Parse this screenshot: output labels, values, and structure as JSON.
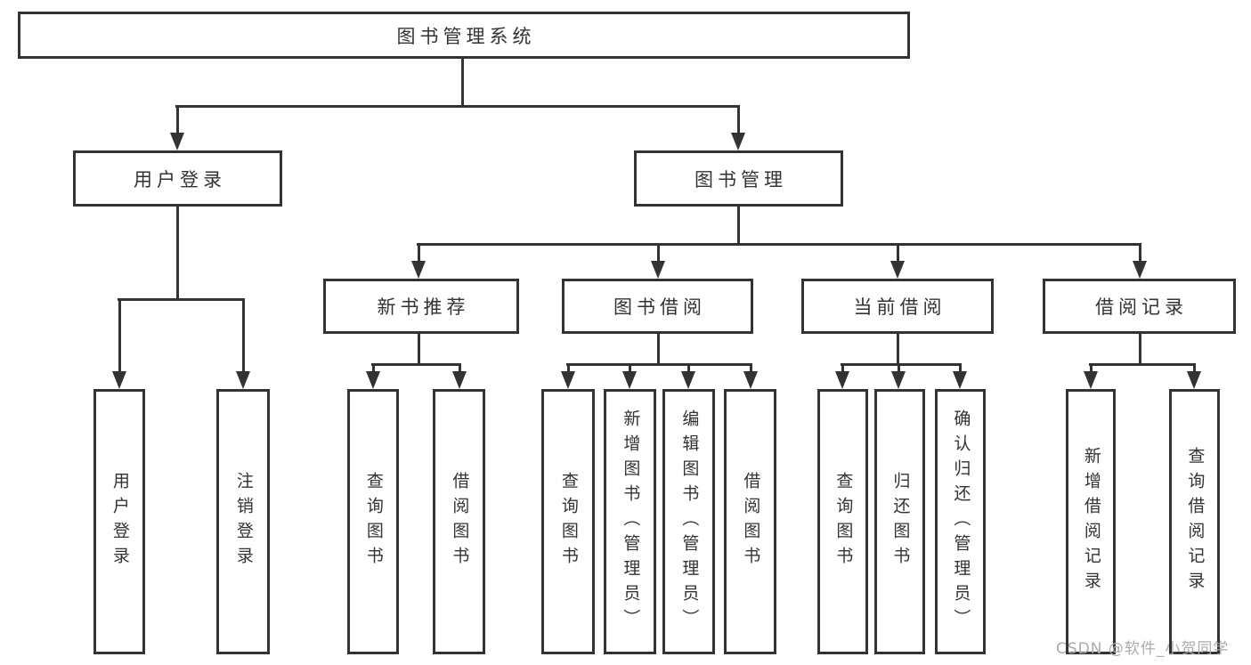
{
  "tree": {
    "root": {
      "label": "图书管理系统",
      "children": [
        {
          "label": "用户登录",
          "children": [
            {
              "label": "用户登录"
            },
            {
              "label": "注销登录"
            }
          ]
        },
        {
          "label": "图书管理",
          "children": [
            {
              "label": "新书推荐",
              "children": [
                {
                  "label": "查询图书"
                },
                {
                  "label": "借阅图书"
                }
              ]
            },
            {
              "label": "图书借阅",
              "children": [
                {
                  "label": "查询图书"
                },
                {
                  "label": "新增图书（管理员）"
                },
                {
                  "label": "编辑图书（管理员）"
                },
                {
                  "label": "借阅图书"
                }
              ]
            },
            {
              "label": "当前借阅",
              "children": [
                {
                  "label": "查询图书"
                },
                {
                  "label": "归还图书"
                },
                {
                  "label": "确认归还（管理员）"
                }
              ]
            },
            {
              "label": "借阅记录",
              "children": [
                {
                  "label": "新增借阅记录"
                },
                {
                  "label": "查询借阅记录"
                }
              ]
            }
          ]
        }
      ]
    }
  },
  "watermark": {
    "text": "CSDN @软件_小贺同学"
  },
  "colors": {
    "line": "#333333",
    "watermark": "#ababab"
  }
}
